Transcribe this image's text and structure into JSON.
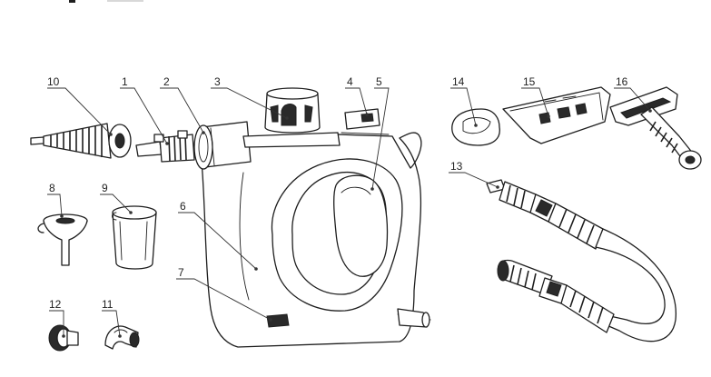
{
  "callouts": {
    "c1": "1",
    "c2": "2",
    "c3": "3",
    "c4": "4",
    "c5": "5",
    "c6": "6",
    "c7": "7",
    "c8": "8",
    "c9": "9",
    "c10": "10",
    "c11": "11",
    "c12": "12",
    "c13": "13",
    "c14": "14",
    "c15": "15",
    "c16": "16"
  },
  "colors": {
    "line": "#1e1e1e",
    "fill_dark": "#2a2a2a",
    "background": "#ffffff"
  }
}
